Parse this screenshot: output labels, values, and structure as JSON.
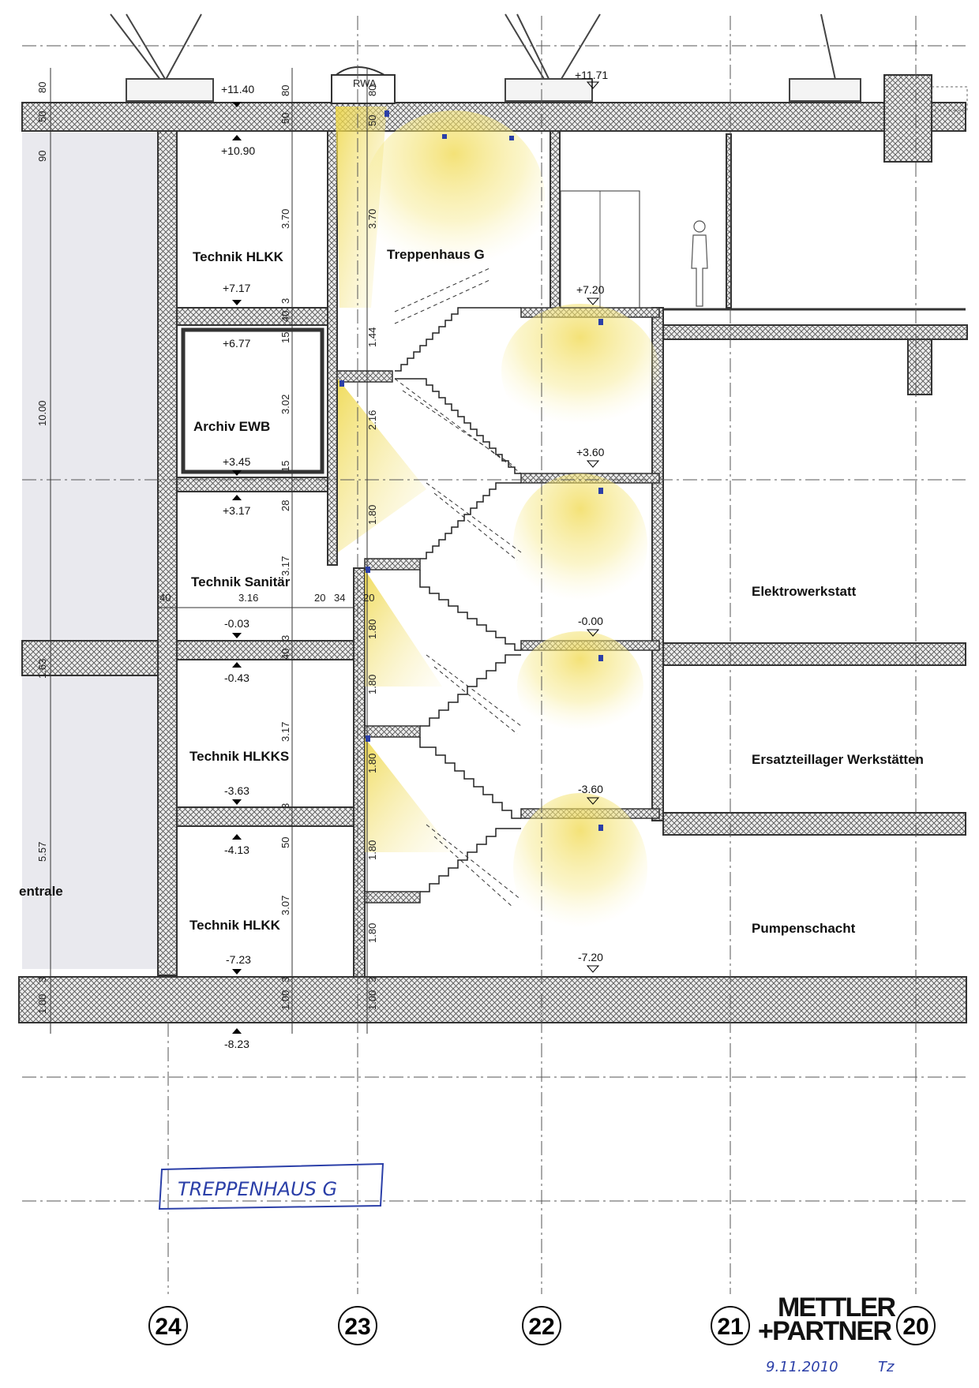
{
  "drawing": {
    "rooms": {
      "technik_hlkk_top": "Technik HLKK",
      "archiv_ewb": "Archiv EWB",
      "technik_sanitaer": "Technik Sanitär",
      "technik_hlkks": "Technik HLKKS",
      "technik_hlkk_bottom": "Technik HLKK",
      "treppenhaus": "Treppenhaus G",
      "elektrowerkstatt": "Elektrowerkstatt",
      "ersatzteillager": "Ersatzteillager Werkstätten",
      "pumpenschacht": "Pumpenschacht",
      "zentrale_partial": "entrale"
    },
    "left_levels": [
      "+11.40",
      "+10.90",
      "+7.17",
      "+6.77",
      "+3.45",
      "+3.17",
      "-0.03",
      "-0.43",
      "-3.63",
      "-4.13",
      "-7.23",
      "-8.23"
    ],
    "stair_levels": [
      "+11.71",
      "+7.20",
      "+3.60",
      "-0.00",
      "-3.60",
      "-7.20"
    ],
    "outer_dims": [
      "80",
      "50",
      "90",
      "10.00",
      "1.63",
      "5.57",
      "1.00",
      "3"
    ],
    "inner_dims_a": [
      "80",
      "50",
      "3.70",
      "3",
      "40",
      "15",
      "3.02",
      "15",
      "28",
      "3.17",
      "40",
      "3",
      "3.17",
      "3",
      "50",
      "3.07",
      "1.00",
      "3"
    ],
    "inner_dims_b": [
      "80",
      "50",
      "3.70",
      "1.44",
      "2.16",
      "1.80",
      "1.80",
      "1.80",
      "1.80",
      "1.80",
      "1.80",
      "1.00",
      "3"
    ],
    "horizontal_dims": [
      "40",
      "3.16",
      "20",
      "34",
      "20"
    ],
    "rwa_label": "RWA",
    "axes": [
      "24",
      "23",
      "22",
      "21",
      "20"
    ],
    "stamp_label": "TREPPENHAUS G",
    "logo": {
      "line1": "METTLER",
      "line2": "+PARTNER"
    },
    "signature": {
      "date": "9.11.2010",
      "initials": "Tz"
    }
  },
  "colors": {
    "hatch": "#555555",
    "highlight": "#f3e27a",
    "ink_blue": "#2b3fa8",
    "wall": "#333333"
  }
}
